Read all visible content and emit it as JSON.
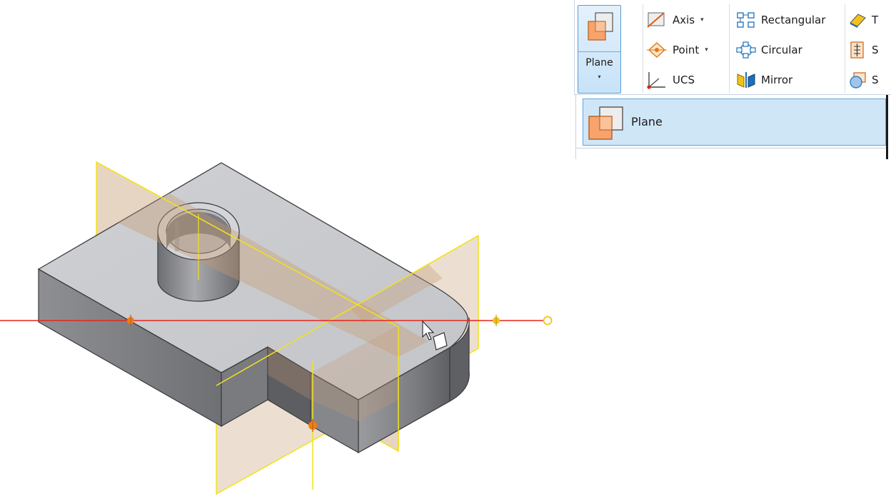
{
  "ribbon": {
    "plane_button": {
      "label": "Plane",
      "dropdown_glyph": "▾"
    },
    "axis": {
      "label": "Axis",
      "dropdown_glyph": "▾",
      "icon": "axis-icon"
    },
    "point": {
      "label": "Point",
      "dropdown_glyph": "▾",
      "icon": "point-icon"
    },
    "ucs": {
      "label": "UCS",
      "icon": "ucs-icon"
    },
    "rectangular": {
      "label": "Rectangular",
      "icon": "rectangular-pattern-icon"
    },
    "circular": {
      "label": "Circular",
      "icon": "circular-pattern-icon"
    },
    "mirror": {
      "label": "Mirror",
      "icon": "mirror-icon"
    },
    "col4_row1": {
      "label": "T",
      "icon": "thicken-icon"
    },
    "col4_row2": {
      "label": "S",
      "icon": "split-icon"
    },
    "col4_row3": {
      "label": "S",
      "icon": "surface-icon"
    }
  },
  "dropdown": {
    "items": [
      {
        "label": "Plane",
        "icon": "plane-icon"
      }
    ]
  },
  "colors": {
    "accent_orange": "#f7a36b",
    "plane_fill": "#c59a72",
    "plane_edge": "#f2e21a",
    "axis_red": "#e8241c",
    "point_orange": "#f07d16",
    "selection_blue": "#cfe6f7"
  }
}
